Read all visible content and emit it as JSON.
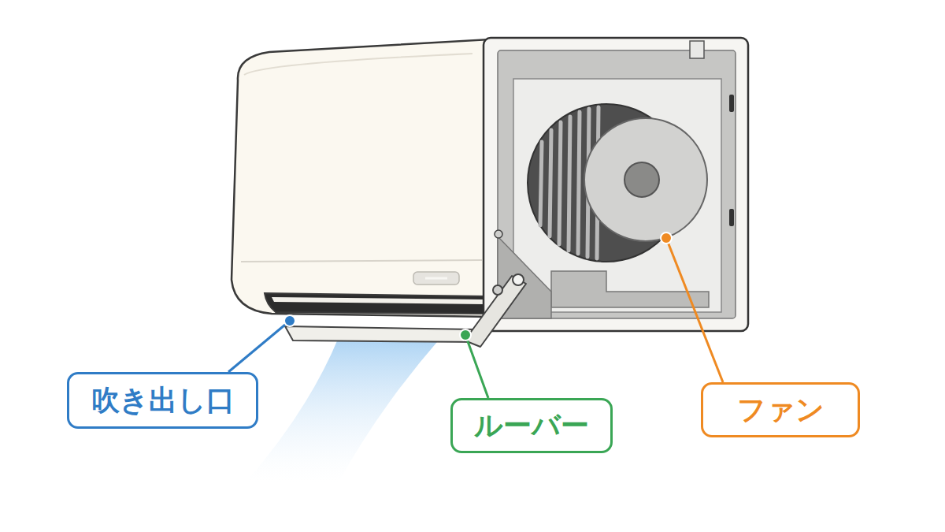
{
  "diagram": {
    "nodes": [
      {
        "text": [
          "吹き出し口"
        ]
      },
      {
        "text": [
          "ルーバー"
        ]
      },
      {
        "text": [
          "ファン"
        ]
      }
    ]
  }
}
